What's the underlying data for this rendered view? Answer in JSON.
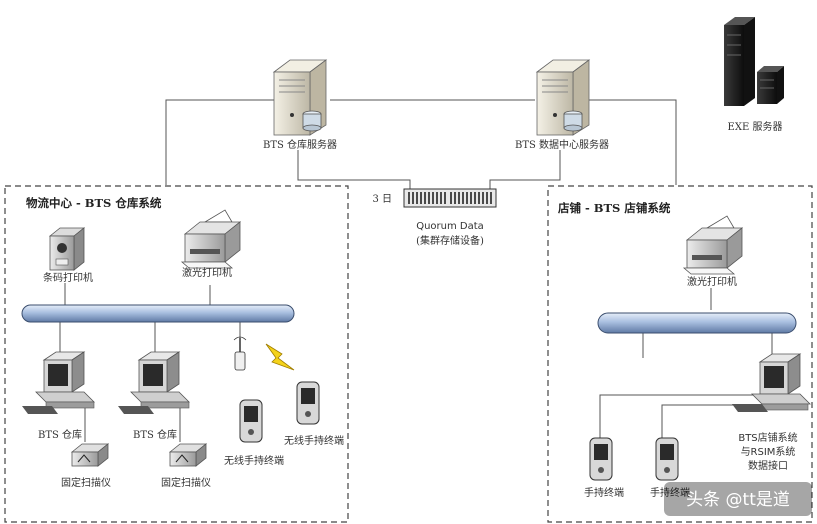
{
  "servers": {
    "warehouse_server": "BTS 仓库服务器",
    "datacenter_server": "BTS 数据中心服务器",
    "exe_server": "EXE 服务器"
  },
  "storage": {
    "count": "3 日",
    "name": "Quorum Data",
    "desc": "(集群存储设备)"
  },
  "logistics": {
    "title": "物流中心 - BTS 仓库系统",
    "barcode_printer": "条码打印机",
    "laser_printer": "激光打印机",
    "pc1": "BTS 仓库",
    "pc2": "BTS 仓库",
    "scanner1": "固定扫描仪",
    "scanner2": "固定扫描仪",
    "handheld1": "无线手持终端",
    "handheld2": "无线手持终端"
  },
  "store": {
    "title": "店铺 - BTS 店铺系统",
    "laser_printer": "激光打印机",
    "handheld1": "手持终端",
    "handheld2": "手持终端",
    "pc_line1": "BTS店铺系统",
    "pc_line2": "与RSIM系统",
    "pc_line3": "数据接口"
  },
  "watermark": "头条 @tt是道"
}
